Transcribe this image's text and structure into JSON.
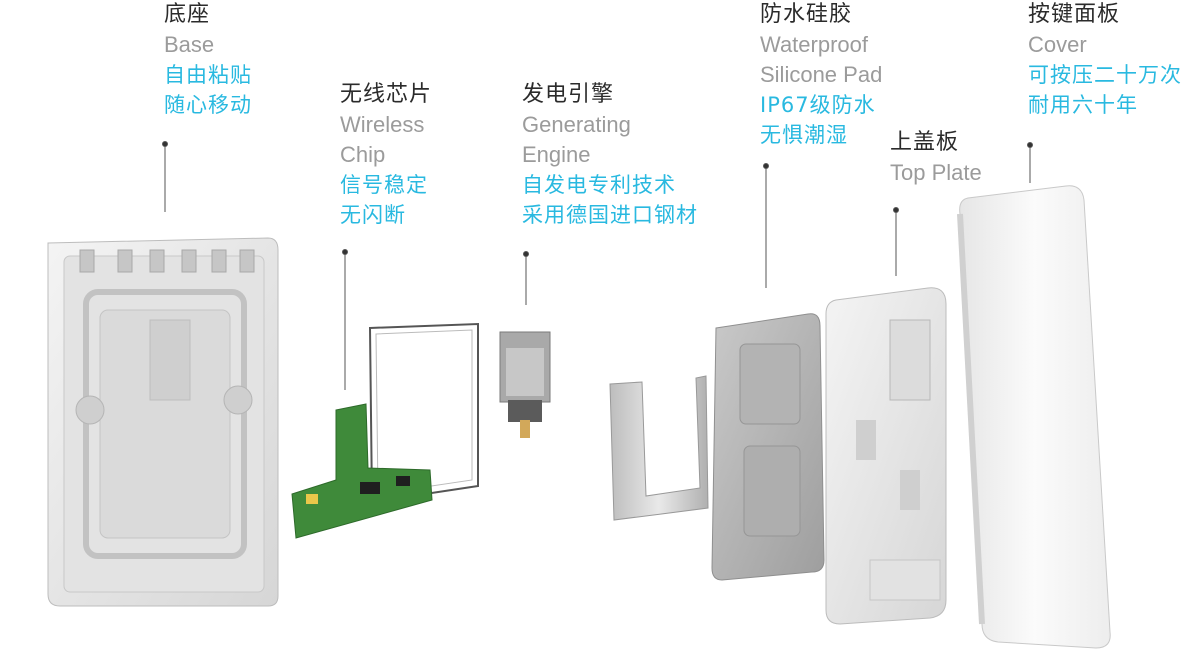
{
  "components": [
    {
      "id": "base",
      "cn": "底座",
      "en": [
        "Base"
      ],
      "features": [
        "自由粘贴",
        "随心移动"
      ]
    },
    {
      "id": "chip",
      "cn": "无线芯片",
      "en": [
        "Wireless",
        "Chip"
      ],
      "features": [
        "信号稳定",
        "无闪断"
      ]
    },
    {
      "id": "engine",
      "cn": "发电引擎",
      "en": [
        "Generating",
        "Engine"
      ],
      "features": [
        "自发电专利技术",
        "采用德国进口钢材"
      ]
    },
    {
      "id": "pad",
      "cn": "防水硅胶",
      "en": [
        "Waterproof",
        "Silicone Pad"
      ],
      "features": [
        "IP67级防水",
        "无惧潮湿"
      ]
    },
    {
      "id": "plate",
      "cn": "上盖板",
      "en": [
        "Top Plate"
      ],
      "features": []
    },
    {
      "id": "cover",
      "cn": "按键面板",
      "en": [
        "Cover"
      ],
      "features": [
        "可按压二十万次",
        "耐用六十年"
      ]
    }
  ],
  "colors": {
    "feature": "#29b9e0",
    "title": "#2b2b2b",
    "english": "#9b9b9b",
    "pointer": "#333333"
  }
}
